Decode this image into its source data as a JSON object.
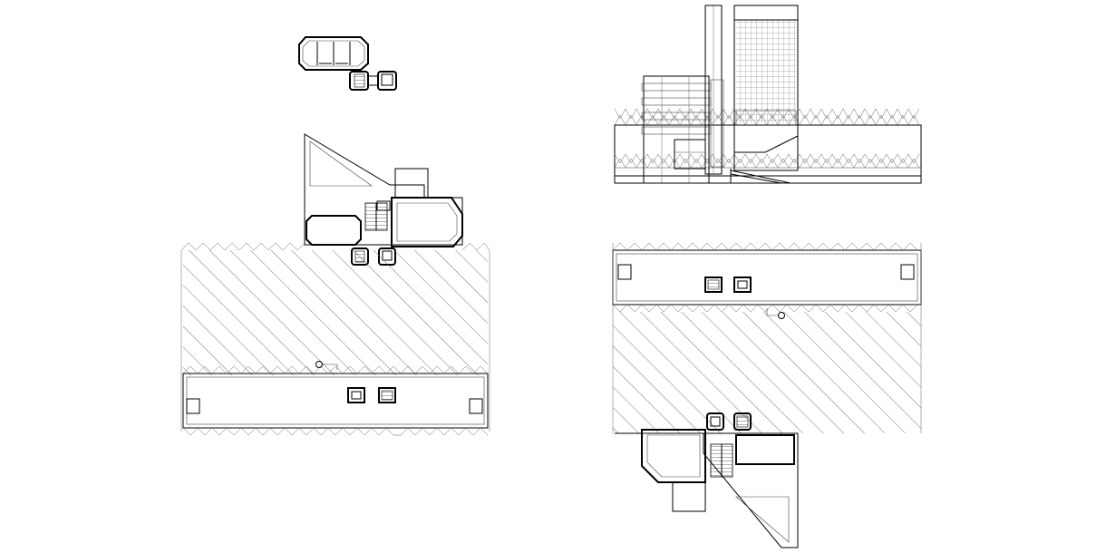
{
  "drawing": {
    "background": "#ffffff",
    "line_color": "#000000",
    "views": [
      "upper-floor-plan",
      "elevation",
      "plan-left",
      "plan-right"
    ]
  }
}
